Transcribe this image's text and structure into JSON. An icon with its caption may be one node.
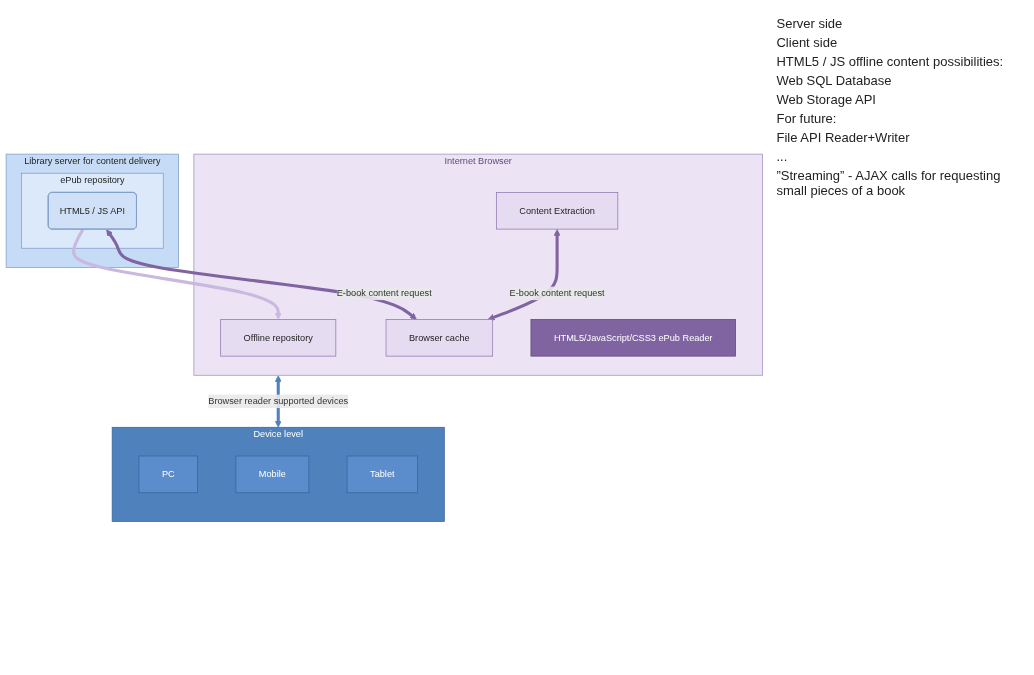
{
  "diagram": {
    "nodes": [
      {
        "text": [
          "Library server for content delivery"
        ]
      },
      {
        "text": [
          "ePub repository"
        ],
        "in": 0
      },
      {
        "text": [
          "HTML5 / JS API"
        ],
        "in": 1
      },
      {
        "text": [
          "Internet Browser"
        ]
      },
      {
        "text": [
          "Offline repository"
        ],
        "in": 3
      },
      {
        "text": [
          "Content Extraction"
        ],
        "in": 3
      },
      {
        "text": [
          "Browser cache"
        ],
        "in": 3
      },
      {
        "text": [
          "HTML5/JavaScript/CSS3  ePub Reader"
        ],
        "in": 3
      },
      {
        "text": [
          "Device level"
        ]
      },
      {
        "text": [
          "PC"
        ],
        "in": 8
      },
      {
        "text": [
          "Mobile"
        ],
        "in": 8
      },
      {
        "text": [
          "Tablet"
        ],
        "in": 8
      }
    ],
    "edges": [
      {
        "from": 2,
        "to": 4,
        "arrow": "to",
        "color": "#c9b8e0"
      },
      {
        "from": 2,
        "to": 6,
        "arrow": "both",
        "label": "E-book content request",
        "color": "#8064a2"
      },
      {
        "from": 5,
        "to": 6,
        "arrow": "both",
        "label": "E-book content request",
        "color": "#8064a2"
      },
      {
        "from": 3,
        "to": 8,
        "arrow": "both",
        "label": "Browser reader supported devices",
        "color": "#4f81bd"
      }
    ],
    "labels": [
      "Server side",
      "Client side",
      "HTML5 / JS offline content possibilities:",
      "Web SQL Database",
      "Web Storage API",
      "For future:",
      "File API Reader+Writer",
      "...",
      "”Streaming” - AJAX calls for requesting small pieces of a book"
    ]
  }
}
